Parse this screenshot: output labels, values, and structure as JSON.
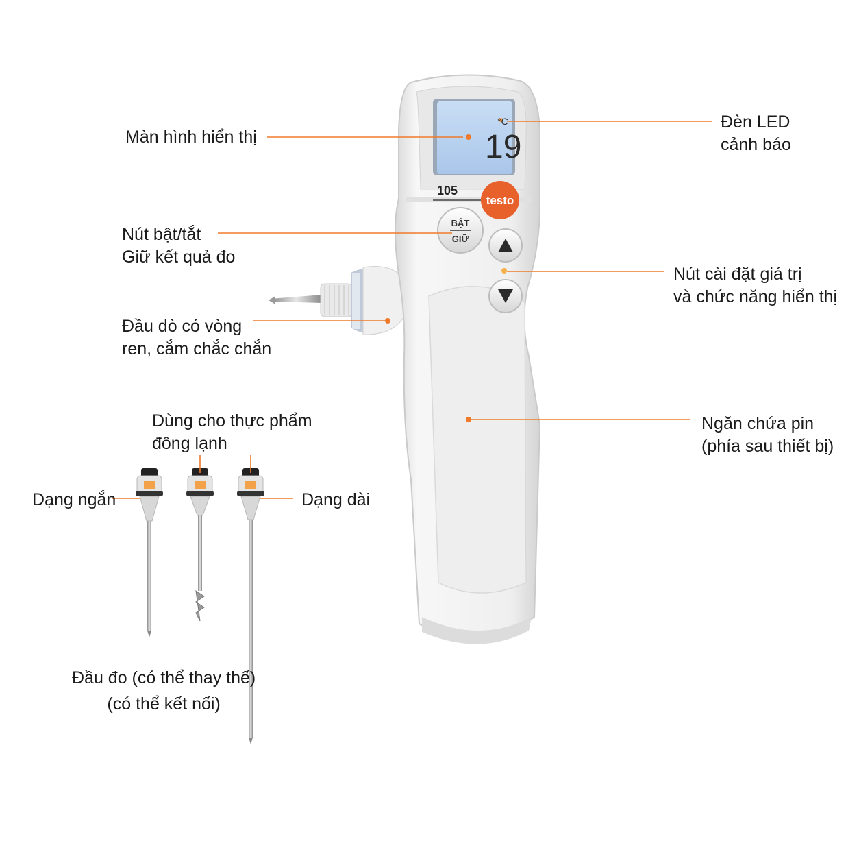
{
  "device": {
    "model": "105",
    "brand": "testo",
    "display_unit": "°C",
    "display_value": "19",
    "on_off_button": {
      "line1": "BẬT",
      "line2": "GIỮ"
    },
    "button_up_icon": "up-triangle-icon",
    "button_down_icon": "down-triangle-icon"
  },
  "callouts": {
    "display": "Màn hình hiển thị",
    "led": {
      "line1": "Đèn LED",
      "line2": "cảnh báo"
    },
    "on_off": {
      "line1": "Nút bật/tắt",
      "line2": "Giữ kết quả đo"
    },
    "settings": {
      "line1": "Nút cài đặt giá trị",
      "line2": "và chức năng hiển thị"
    },
    "probe_thread": {
      "line1": "Đầu dò có vòng",
      "line2": "ren, cắm chắc chắn"
    },
    "battery": {
      "line1": "Ngăn chứa pin",
      "line2": "(phía sau thiết bị)"
    },
    "frozen": {
      "line1": "Dùng cho thực phẩm",
      "line2": "đông lạnh"
    },
    "short": "Dạng ngắn",
    "long": "Dạng dài",
    "probes": {
      "line1": "Đầu đo (có thể thay thế)",
      "line2": "(có thể kết nối)"
    }
  },
  "colors": {
    "accent": "#f07a2a",
    "lcd": "#bcd4f0",
    "body": "#f2f2f2",
    "logo": "#e8602a",
    "text": "#1a1a1a"
  }
}
